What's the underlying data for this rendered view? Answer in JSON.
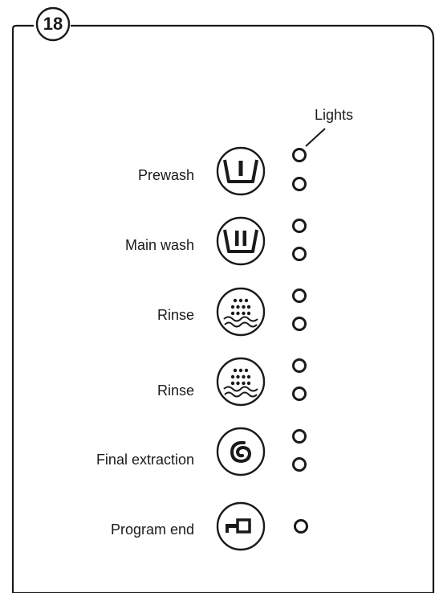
{
  "page_number": "18",
  "lights_label": "Lights",
  "steps": [
    {
      "label": "Prewash",
      "icon": "prewash-icon",
      "lights": 2
    },
    {
      "label": "Main wash",
      "icon": "main-wash-icon",
      "lights": 2
    },
    {
      "label": "Rinse",
      "icon": "rinse-icon",
      "lights": 2
    },
    {
      "label": "Rinse",
      "icon": "rinse-icon",
      "lights": 2
    },
    {
      "label": "Final extraction",
      "icon": "spin-icon",
      "lights": 2
    },
    {
      "label": "Program end",
      "icon": "key-icon",
      "lights": 1
    }
  ]
}
